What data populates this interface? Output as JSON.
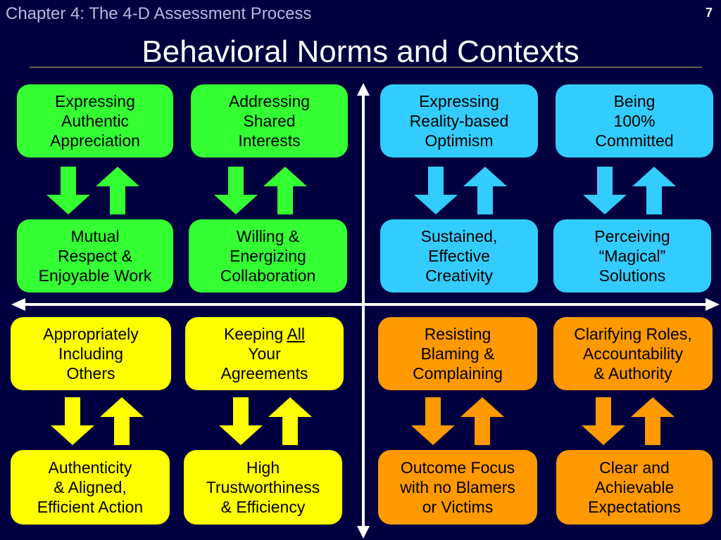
{
  "header": {
    "chapter": "Chapter 4: The 4-D Assessment Process",
    "page_number": "7",
    "title": "Behavioral Norms and Contexts"
  },
  "colors": {
    "background": "#000040",
    "green": "#33ff33",
    "blue": "#33ccff",
    "yellow": "#ffff00",
    "orange": "#ff9900",
    "axis": "#ffffff"
  },
  "quadrants": {
    "green": {
      "top": [
        "Expressing\nAuthentic\nAppreciation",
        "Addressing\nShared\nInterests"
      ],
      "bottom": [
        "Mutual\nRespect &\nEnjoyable Work",
        "Willing &\nEnergizing\nCollaboration"
      ]
    },
    "blue": {
      "top": [
        "Expressing\nReality-based\nOptimism",
        "Being\n100%\nCommitted"
      ],
      "bottom": [
        "Sustained,\nEffective\nCreativity",
        "Perceiving\n“Magical”\nSolutions"
      ]
    },
    "yellow": {
      "top": [
        "Appropriately\nIncluding\nOthers"
      ],
      "keeping": {
        "before": "Keeping ",
        "underlined": "All",
        "after": "\nYour\nAgreements"
      },
      "bottom": [
        "Authenticity\n& Aligned,\nEfficient Action",
        "High\nTrustworthiness\n& Efficiency"
      ]
    },
    "orange": {
      "top": [
        "Resisting\nBlaming &\nComplaining",
        "Clarifying Roles,\nAccountability\n& Authority"
      ],
      "bottom": [
        "Outcome Focus\nwith no Blamers\nor Victims",
        "Clear and\nAchievable\nExpectations"
      ]
    }
  },
  "icons": [
    "down-arrow-icon",
    "up-arrow-icon",
    "vertical-axis-arrow",
    "horizontal-axis-arrow"
  ]
}
